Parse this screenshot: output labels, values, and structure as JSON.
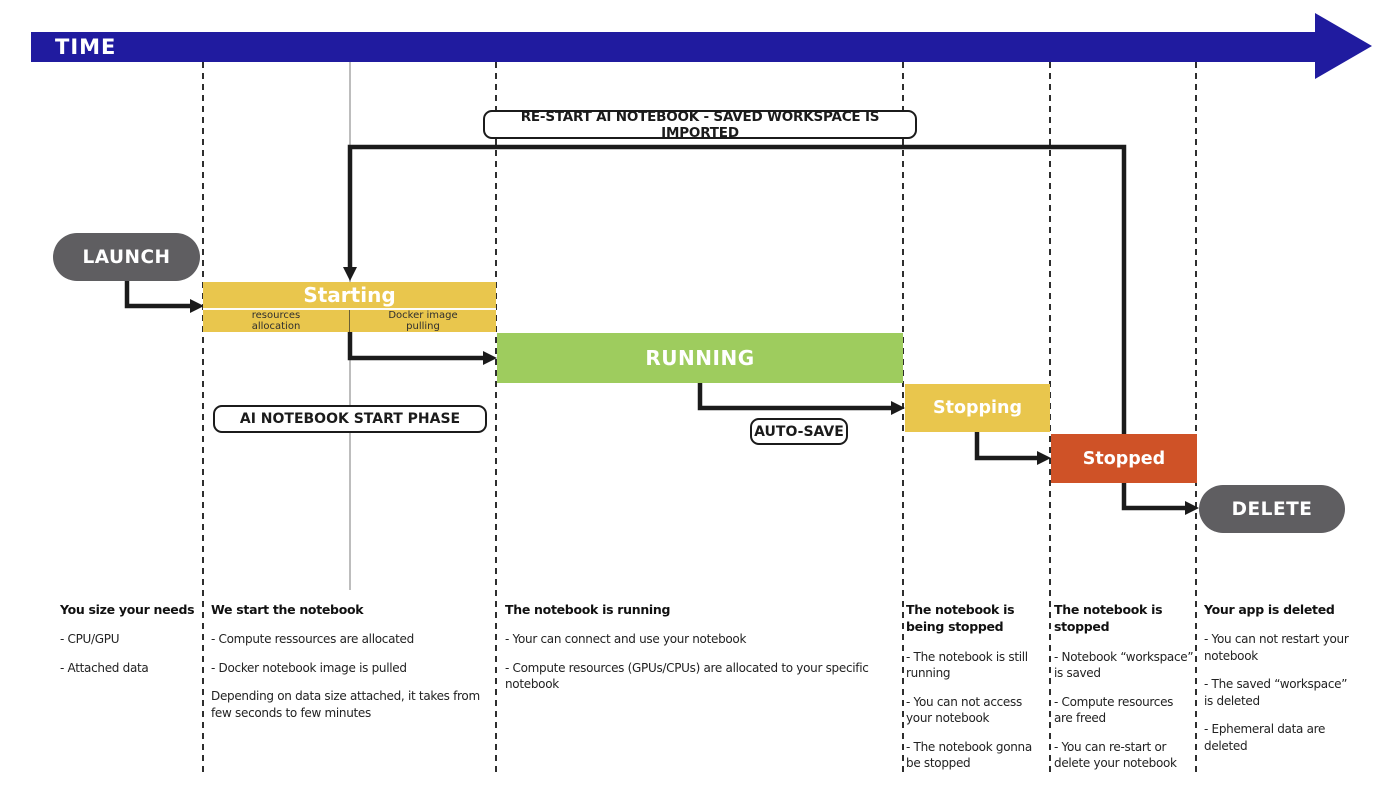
{
  "colors": {
    "time_bar": "#201b9f",
    "starting": "#e9c64d",
    "running": "#9ecc5e",
    "stopping": "#e9c64d",
    "stopped": "#cf5227",
    "pill": "#5f5e61",
    "line": "#1b1b1b"
  },
  "time": {
    "label": "TIME"
  },
  "pills": {
    "launch": "LAUNCH",
    "delete": "DELETE"
  },
  "phases": {
    "starting": {
      "label": "Starting",
      "sub_left": "resources allocation",
      "sub_right": "Docker image pulling"
    },
    "running": {
      "label": "RUNNING"
    },
    "stopping": {
      "label": "Stopping"
    },
    "stopped": {
      "label": "Stopped"
    }
  },
  "annotations": {
    "restart": "RE-START AI NOTEBOOK - SAVED WORKSPACE IS IMPORTED",
    "start_phase": "AI NOTEBOOK START PHASE",
    "autosave": "AUTO-SAVE"
  },
  "columns": [
    {
      "header": "You size your needs",
      "items": [
        "- CPU/GPU",
        "- Attached data"
      ]
    },
    {
      "header": "We start the notebook",
      "items": [
        "- Compute ressources are allocated",
        "- Docker notebook image is pulled",
        "Depending on data size attached, it takes from few seconds to few minutes"
      ]
    },
    {
      "header": "The notebook is running",
      "items": [
        "- Your can connect and use your notebook",
        "- Compute resources (GPUs/CPUs) are allocated to your specific notebook"
      ]
    },
    {
      "header": "The notebook is being stopped",
      "items": [
        "- The notebook is still running",
        "- You can not access your notebook",
        "- The notebook gonna be stopped"
      ]
    },
    {
      "header": "The notebook is stopped",
      "items": [
        "- Notebook “workspace” is saved",
        "- Compute resources are freed",
        "- You can re-start or delete your notebook"
      ]
    },
    {
      "header": "Your app is deleted",
      "items": [
        "- You can not restart your notebook",
        "- The saved “workspace” is deleted",
        "- Ephemeral data are deleted"
      ]
    }
  ]
}
